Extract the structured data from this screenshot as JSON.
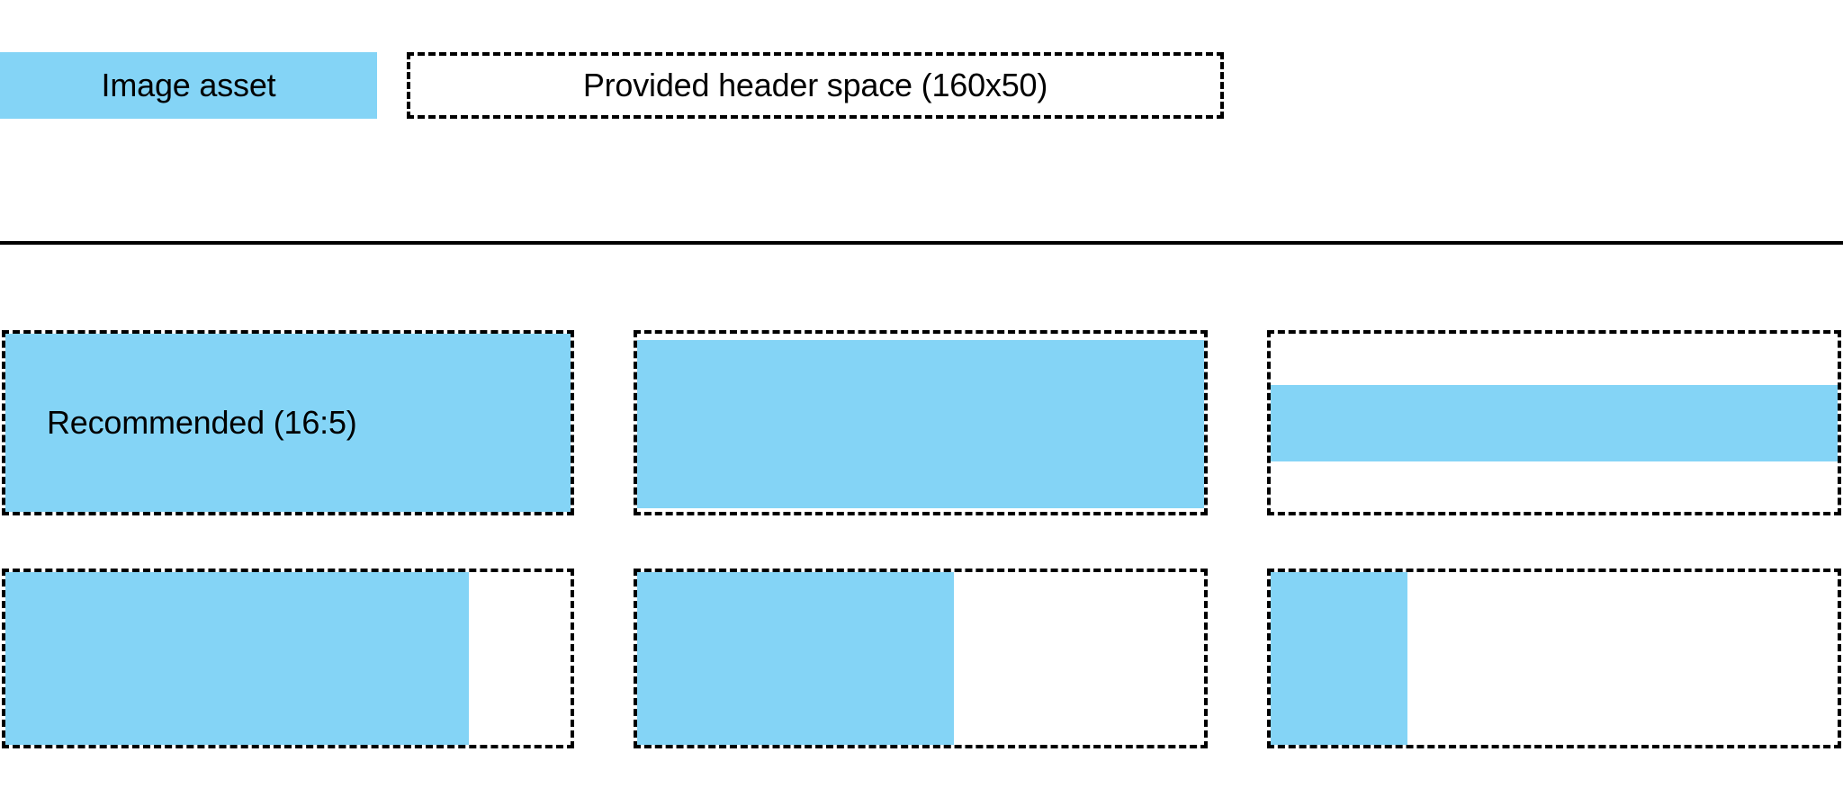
{
  "colors": {
    "asset_fill": "#84d4f6",
    "outline": "#000000",
    "background": "#ffffff",
    "divider": "#000000"
  },
  "header": {
    "asset_swatch_label": "Image asset",
    "provided_space_label": "Provided header space (160x50)"
  },
  "grid": {
    "recommended_caption": "Recommended (16:5)",
    "rows": [
      {
        "name": "aspect-ratio-row",
        "cells": [
          {
            "name": "recommended-16-5",
            "fill_mode": "full",
            "caption": "Recommended (16:5)"
          },
          {
            "name": "letterbox-small",
            "fill_mode": "letterbox-sm",
            "caption": ""
          },
          {
            "name": "letterbox-large",
            "fill_mode": "letterbox-lg",
            "caption": ""
          }
        ]
      },
      {
        "name": "pillarbox-row",
        "cells": [
          {
            "name": "pillarbox-wide",
            "fill_mode": "pillar-82",
            "caption": ""
          },
          {
            "name": "pillarbox-medium",
            "fill_mode": "pillar-56",
            "caption": ""
          },
          {
            "name": "pillarbox-narrow",
            "fill_mode": "pillar-24",
            "caption": ""
          }
        ]
      }
    ]
  }
}
